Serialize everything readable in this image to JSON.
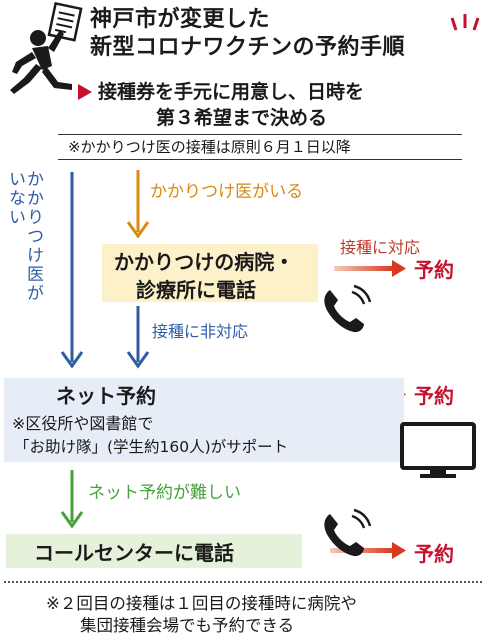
{
  "header": {
    "title_line1": "神戸市が変更した",
    "title_line2": "新型コロナワクチンの予約手順"
  },
  "intro": {
    "step_line1": "接種券を手元に用意し、日時を",
    "step_line2": "第３希望まで決める",
    "note": "※かかりつけ医の接種は原則６月１日以降"
  },
  "branches": {
    "no_doctor": "かかりつけ医がいない",
    "has_doctor": "かかりつけ医がいる",
    "not_supported": "接種に非対応",
    "supported": "接種に対応",
    "net_difficult": "ネット予約が難しい"
  },
  "boxes": {
    "clinic_line1": "かかりつけの病院・",
    "clinic_line2": "診療所に電話",
    "net": "ネット予約",
    "net_note1": "※区役所や図書館で",
    "net_note2": "「お助け隊」(学生約160人)がサポート",
    "call_center": "コールセンターに電話"
  },
  "results": {
    "reserve_1": "予約",
    "reserve_2": "予約",
    "reserve_3": "予約"
  },
  "footer": {
    "line1": "※２回目の接種は１回目の接種時に病院や",
    "line2": "集団接種会場でも予約できる"
  },
  "colors": {
    "orange": "#d98a12",
    "blue": "#2f5da4",
    "green": "#46a23c",
    "red": "#c8102e",
    "box_yellow": "#fdf1c9",
    "box_blue": "#e6edf7",
    "box_green": "#e6f1dc"
  }
}
